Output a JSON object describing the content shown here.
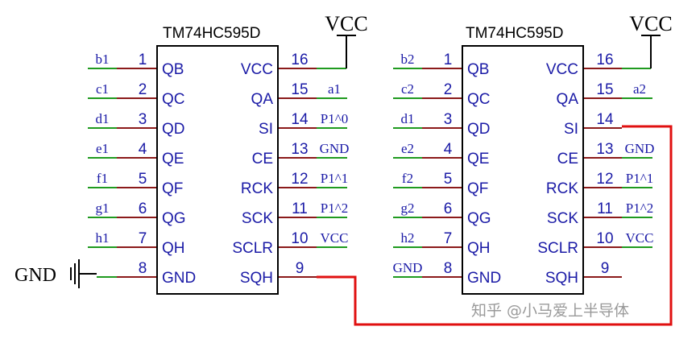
{
  "chips": [
    {
      "title": "TM74HC595D",
      "power": "VCC",
      "left": [
        {
          "num": "1",
          "name": "QB",
          "net": "b1"
        },
        {
          "num": "2",
          "name": "QC",
          "net": "c1"
        },
        {
          "num": "3",
          "name": "QD",
          "net": "d1"
        },
        {
          "num": "4",
          "name": "QE",
          "net": "e1"
        },
        {
          "num": "5",
          "name": "QF",
          "net": "f1"
        },
        {
          "num": "6",
          "name": "QG",
          "net": "g1"
        },
        {
          "num": "7",
          "name": "QH",
          "net": "h1"
        },
        {
          "num": "8",
          "name": "GND",
          "net": "GND"
        }
      ],
      "right": [
        {
          "num": "16",
          "name": "VCC",
          "net": ""
        },
        {
          "num": "15",
          "name": "QA",
          "net": "a1"
        },
        {
          "num": "14",
          "name": "SI",
          "net": "P1^0"
        },
        {
          "num": "13",
          "name": "CE",
          "net": "GND"
        },
        {
          "num": "12",
          "name": "RCK",
          "net": "P1^1"
        },
        {
          "num": "11",
          "name": "SCK",
          "net": "P1^2"
        },
        {
          "num": "10",
          "name": "SCLR",
          "net": "VCC"
        },
        {
          "num": "9",
          "name": "SQH",
          "net": ""
        }
      ]
    },
    {
      "title": "TM74HC595D",
      "power": "VCC",
      "left": [
        {
          "num": "1",
          "name": "QB",
          "net": "b2"
        },
        {
          "num": "2",
          "name": "QC",
          "net": "c2"
        },
        {
          "num": "3",
          "name": "QD",
          "net": "d1"
        },
        {
          "num": "4",
          "name": "QE",
          "net": "e2"
        },
        {
          "num": "5",
          "name": "QF",
          "net": "f2"
        },
        {
          "num": "6",
          "name": "QG",
          "net": "g2"
        },
        {
          "num": "7",
          "name": "QH",
          "net": "h2"
        },
        {
          "num": "8",
          "name": "GND",
          "net": "GND"
        }
      ],
      "right": [
        {
          "num": "16",
          "name": "VCC",
          "net": ""
        },
        {
          "num": "15",
          "name": "QA",
          "net": "a2"
        },
        {
          "num": "14",
          "name": "SI",
          "net": ""
        },
        {
          "num": "13",
          "name": "CE",
          "net": "GND"
        },
        {
          "num": "12",
          "name": "RCK",
          "net": "P1^1"
        },
        {
          "num": "11",
          "name": "SCK",
          "net": "P1^2"
        },
        {
          "num": "10",
          "name": "SCLR",
          "net": "VCC"
        },
        {
          "num": "9",
          "name": "SQH",
          "net": ""
        }
      ]
    }
  ],
  "watermark": "知乎 @小马爱上半导体",
  "colors": {
    "pin_wire": "#8b1a1a",
    "net_wire": "#1f9a1f",
    "cascade_wire": "#e01010",
    "text": "#1a1aa6",
    "outline": "#000000"
  },
  "icons": {
    "ground": "ground-symbol-icon"
  }
}
